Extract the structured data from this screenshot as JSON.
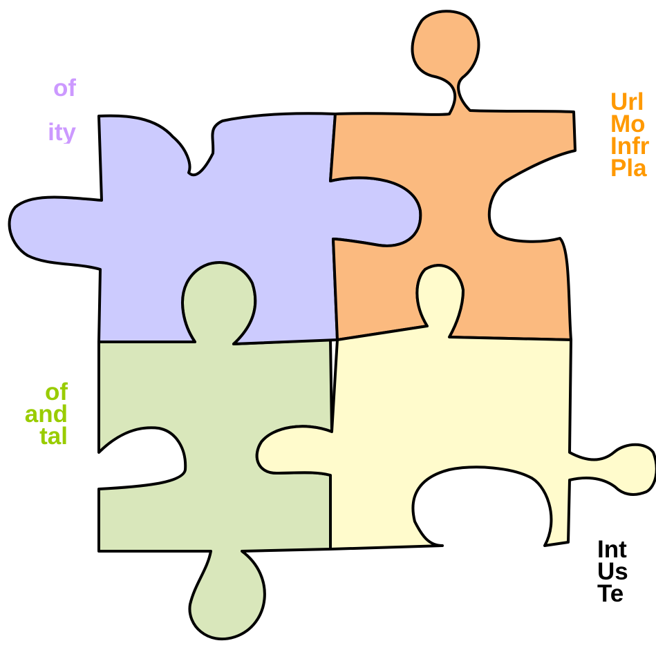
{
  "colors": {
    "purple": "#cccbfe",
    "orange": "#fbba7f",
    "green": "#d9e7bb",
    "yellow": "#fffbcc",
    "purple_text": "#cc99ff",
    "orange_text": "#ff9900",
    "green_text": "#99cc00",
    "black_text": "#000000"
  },
  "labels": {
    "top_left": "of\n\nity",
    "top_right": "Url\nMo\nInfr\nPla",
    "mid_left": "of\nand\ntal",
    "bottom_right": "Int\nUs\nTe"
  }
}
